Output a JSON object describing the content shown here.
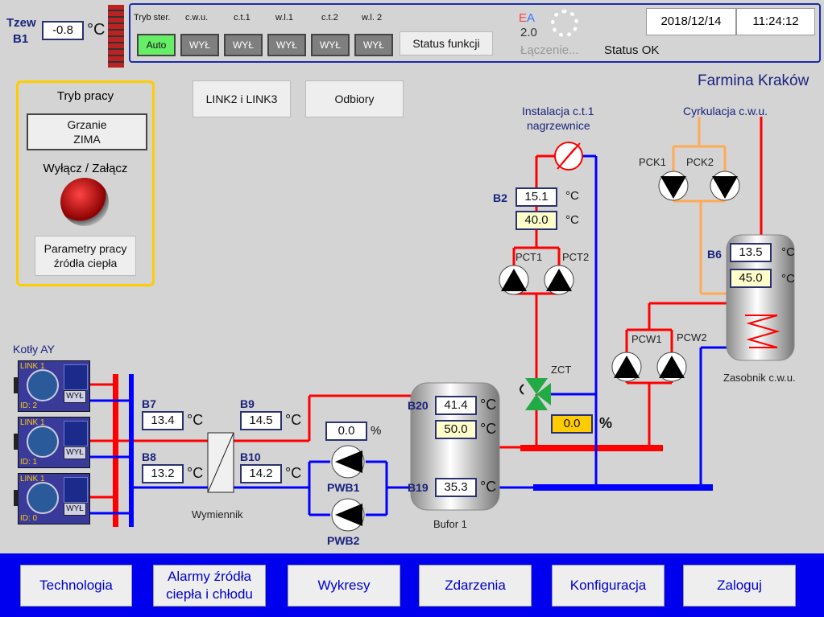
{
  "outdoor": {
    "label_line1": "Tzew",
    "label_line2": "B1",
    "value": "-0.8",
    "unit": "°C"
  },
  "header": {
    "columns": [
      "Tryb ster.",
      "c.w.u.",
      "c.t.1",
      "w.l.1",
      "c.t.2",
      "w.l. 2"
    ],
    "mode_buttons": [
      "Auto",
      "WYŁ",
      "WYŁ",
      "WYŁ",
      "WYŁ",
      "WYŁ"
    ],
    "status_function_label": "Status funkcji",
    "ea_e": "E",
    "ea_a": "A",
    "version": "2.0",
    "connecting": "Łączenie...",
    "status": "Status OK",
    "date": "2018/12/14",
    "time": "11:24:12"
  },
  "site_name": "Farmina Kraków",
  "work_panel": {
    "title": "Tryb pracy",
    "mode_line1": "Grzanie",
    "mode_line2": "ZIMA",
    "onoff_label": "Wyłącz / Załącz",
    "params_line1": "Parametry pracy",
    "params_line2": "źródła ciepła"
  },
  "buttons": {
    "link": "LINK2 i LINK3",
    "odbiory": "Odbiory"
  },
  "boilers": {
    "title": "Kotły AY",
    "items": [
      {
        "link": "LINK 1",
        "id": "ID: 2",
        "state": "WYŁ"
      },
      {
        "link": "LINK 1",
        "id": "ID: 1",
        "state": "WYŁ"
      },
      {
        "link": "LINK 1",
        "id": "ID: 0",
        "state": "WYŁ"
      }
    ]
  },
  "sensors": {
    "B7": {
      "tag": "B7",
      "value": "13.4",
      "unit": "°C"
    },
    "B8": {
      "tag": "B8",
      "value": "13.2",
      "unit": "°C"
    },
    "B9": {
      "tag": "B9",
      "value": "14.5",
      "unit": "°C"
    },
    "B10": {
      "tag": "B10",
      "value": "14.2",
      "unit": "°C"
    },
    "B20": {
      "tag": "B20",
      "value": "41.4",
      "setpoint": "50.0",
      "unit": "°C"
    },
    "B19": {
      "tag": "B19",
      "value": "35.3",
      "unit": "°C"
    },
    "B2": {
      "tag": "B2",
      "value": "15.1",
      "setpoint": "40.0",
      "unit": "°C"
    },
    "B6": {
      "tag": "B6",
      "value": "13.5",
      "setpoint": "45.0",
      "unit": "°C"
    }
  },
  "exchanger_label": "Wymiennik",
  "pwb": {
    "value": "0.0",
    "unit": "%",
    "pump1": "PWB1",
    "pump2": "PWB2"
  },
  "buffer_label": "Bufor 1",
  "ct1": {
    "title_line1": "Instalacja c.t.1",
    "title_line2": "nagrzewnice",
    "pump1": "PCT1",
    "pump2": "PCT2"
  },
  "zct": {
    "label": "ZCT",
    "value": "0.0",
    "unit": "%"
  },
  "dhw": {
    "circ_title": "Cyrkulacja c.w.u.",
    "pck1": "PCK1",
    "pck2": "PCK2",
    "pcw1": "PCW1",
    "pcw2": "PCW2",
    "tank_label": "Zasobnik c.w.u."
  },
  "nav": [
    "Technologia",
    "Alarmy źródła ciepła i chłodu",
    "Wykresy",
    "Zdarzenia",
    "Konfiguracja",
    "Zaloguj"
  ],
  "colors": {
    "supply": "#ff0000",
    "return": "#0000ff",
    "circulation": "#ffaa55",
    "nav_bar": "#0000ee",
    "panel_border": "#ffcc00"
  }
}
